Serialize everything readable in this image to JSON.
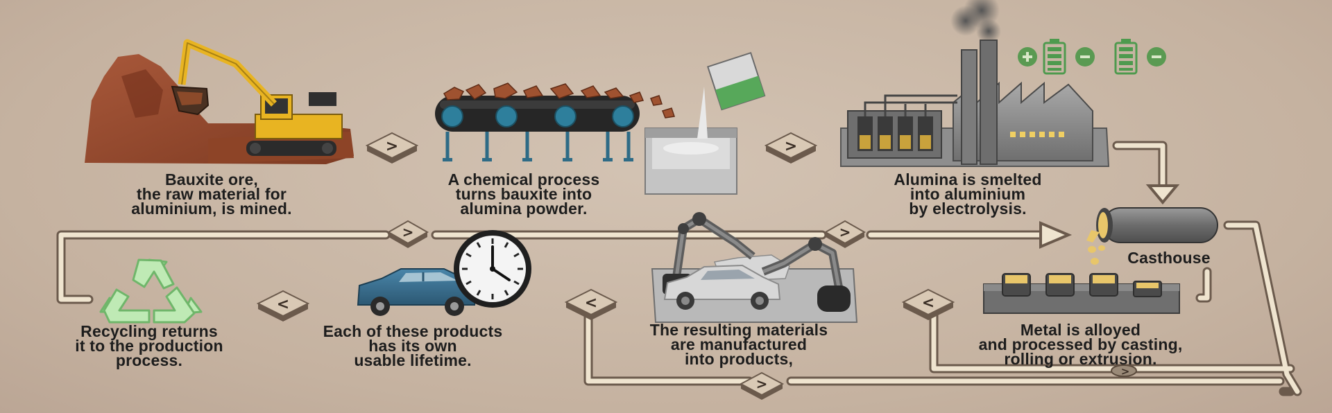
{
  "steps": [
    {
      "id": "mining",
      "lines": [
        "Bauxite ore,",
        "the raw material for",
        "aluminium, is mined."
      ]
    },
    {
      "id": "chemical",
      "lines": [
        "A chemical process",
        "turns bauxite into",
        "alumina powder."
      ]
    },
    {
      "id": "smelting",
      "lines": [
        "Alumina is smelted",
        "into aluminium",
        "by electrolysis."
      ]
    },
    {
      "id": "casthouse",
      "lines": [
        "Casthouse"
      ]
    },
    {
      "id": "processing",
      "lines": [
        "Metal is alloyed",
        "and processed by casting,",
        "rolling or extrusion."
      ]
    },
    {
      "id": "manufacturing",
      "lines": [
        "The resulting materials",
        "are manufactured",
        "into products,"
      ]
    },
    {
      "id": "lifetime",
      "lines": [
        "Each of these products",
        "has its own",
        "usable lifetime."
      ]
    },
    {
      "id": "recycling",
      "lines": [
        "Recycling returns",
        "it to the production",
        "process."
      ]
    }
  ],
  "arrow_glyphs": {
    "right": ">",
    "left": "<"
  },
  "colors": {
    "background": "#c9b7a6",
    "path": "#e9ddc8",
    "path_edge": "#6b5a4c",
    "tile": "#d9c9b5",
    "earth": "#9a4a2c",
    "excavator": "#e8b422",
    "recycle": "#b8e6b0",
    "battery": "#4e9a4e",
    "car": "#3a6f8f",
    "metal": "#8a8a8a"
  },
  "icons": [
    "excavator-icon",
    "conveyor-belt-icon",
    "alumina-tank-icon",
    "factory-icon",
    "battery-icon",
    "plus-icon",
    "minus-icon",
    "casthouse-pipe-icon",
    "casting-line-icon",
    "robot-arm-icon",
    "car-icon",
    "clock-icon",
    "recycle-icon"
  ]
}
